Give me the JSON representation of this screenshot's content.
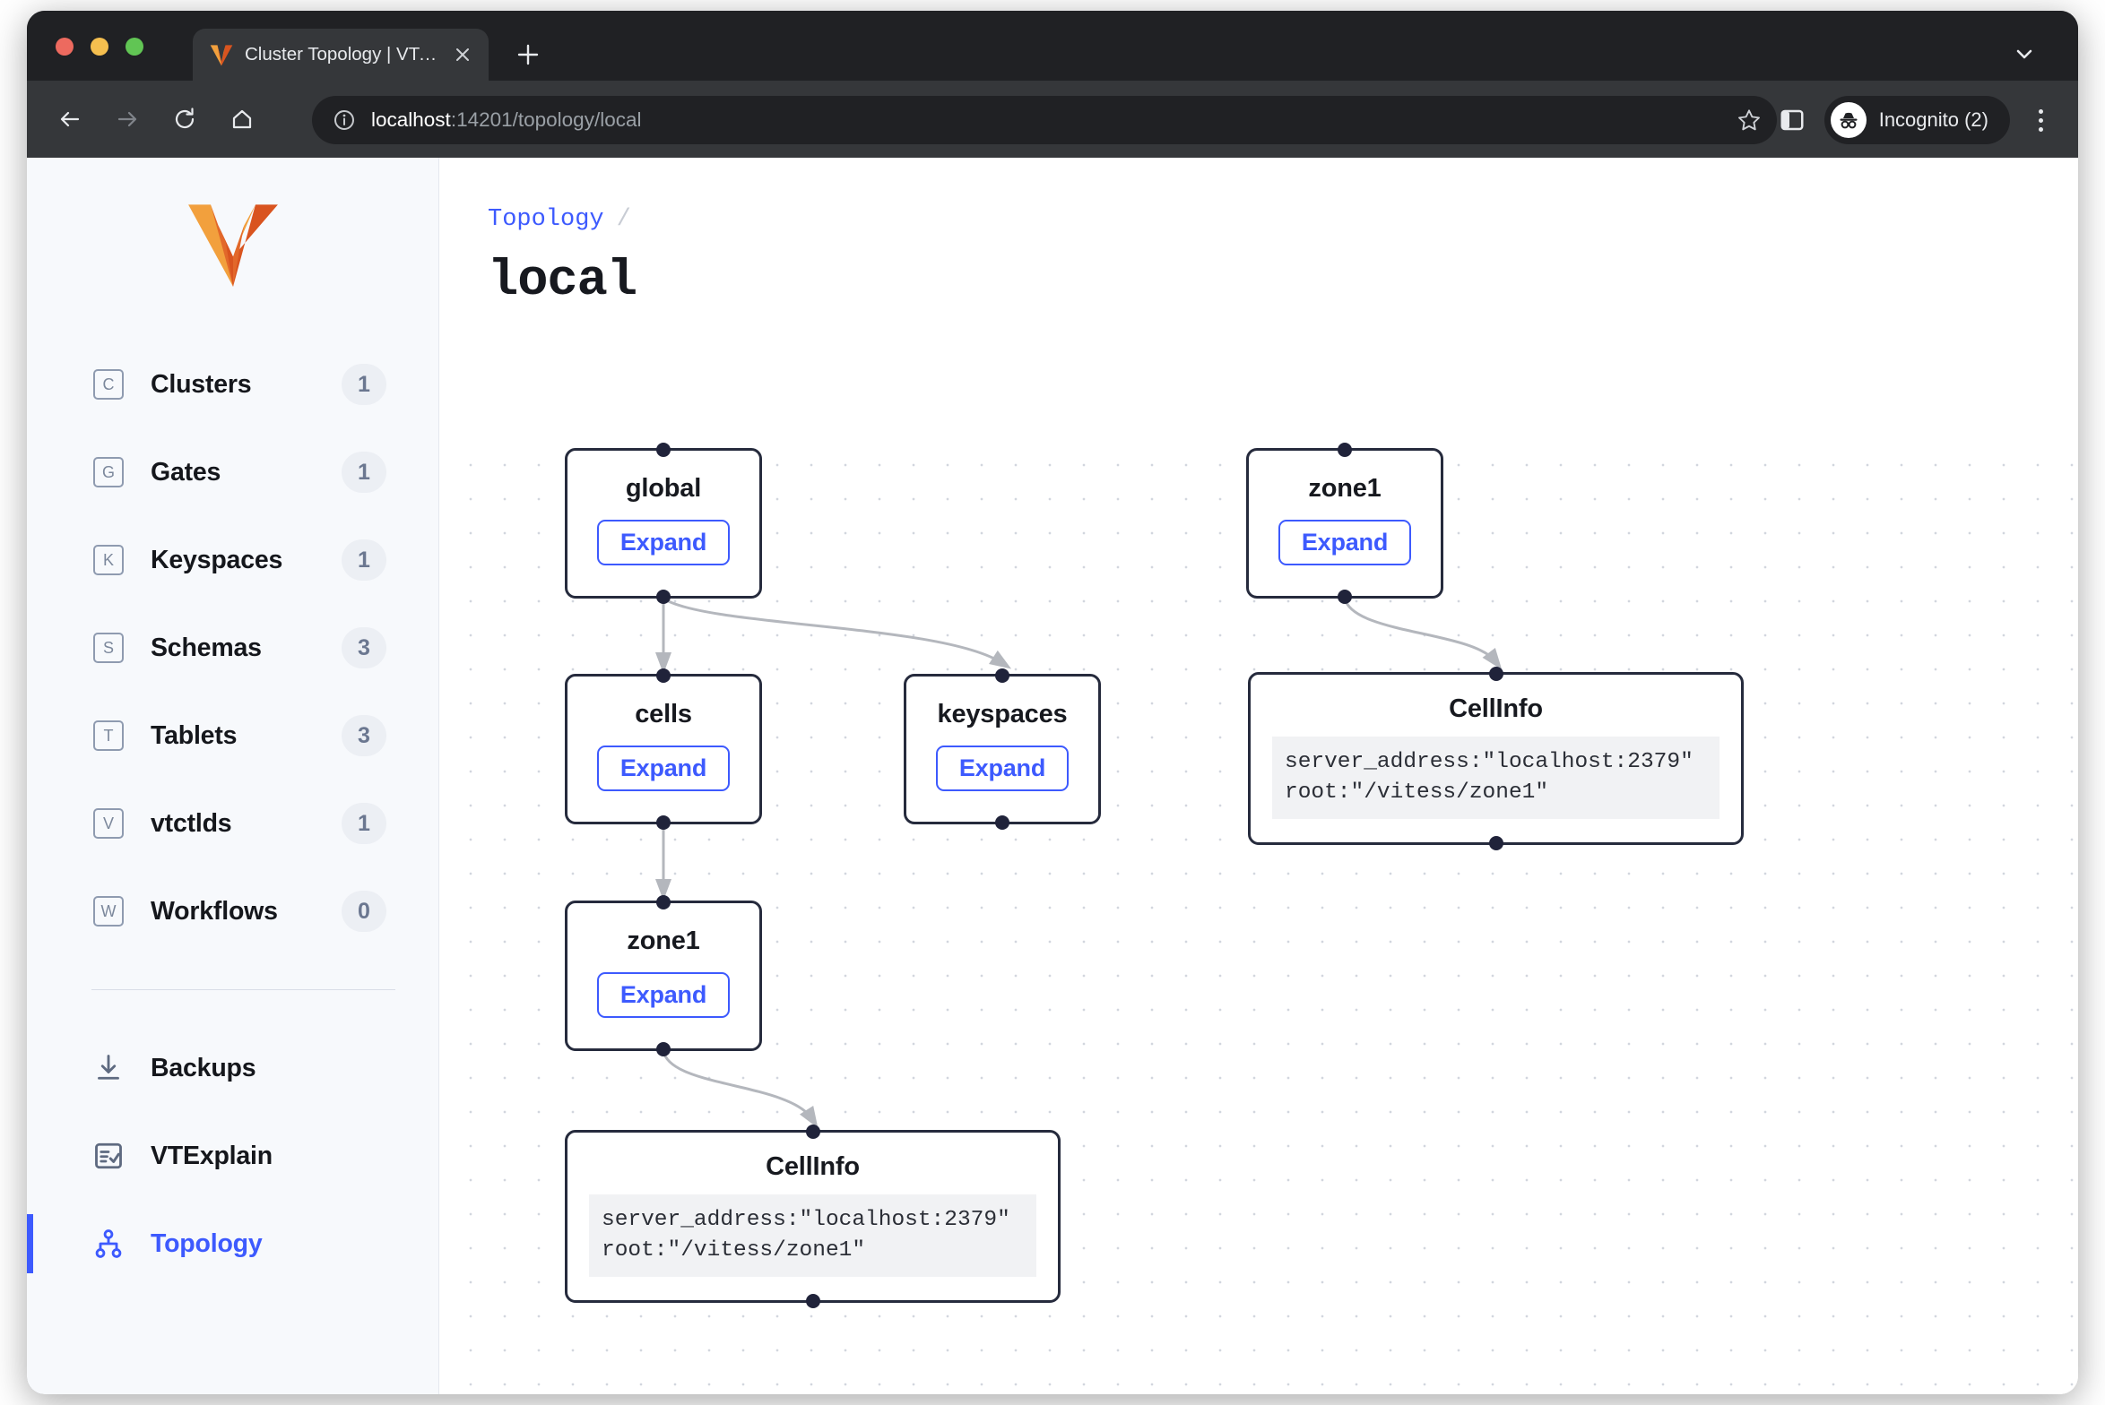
{
  "browser": {
    "tab": {
      "title": "Cluster Topology | VTAdmin",
      "favicon": "vitess-logo-icon",
      "close": "close-icon"
    },
    "new_tab": "new-tab-icon",
    "tab_list": "chevron-down-icon",
    "nav": {
      "back": "back-arrow-icon",
      "forward": "forward-arrow-icon",
      "reload": "reload-icon",
      "home": "home-icon"
    },
    "omnibox": {
      "info": "info-circle-icon",
      "host": "localhost",
      "path": ":14201/topology/local",
      "star": "star-icon"
    },
    "side_panel": "side-panel-icon",
    "profile": {
      "avatar": "incognito-icon",
      "label": "Incognito (2)"
    },
    "menu": "three-dot-menu-icon"
  },
  "sidebar": {
    "logo": "vitess-logo",
    "items": [
      {
        "icon": "letter-c-icon",
        "letter": "C",
        "label": "Clusters",
        "badge": "1"
      },
      {
        "icon": "letter-g-icon",
        "letter": "G",
        "label": "Gates",
        "badge": "1"
      },
      {
        "icon": "letter-k-icon",
        "letter": "K",
        "label": "Keyspaces",
        "badge": "1"
      },
      {
        "icon": "letter-s-icon",
        "letter": "S",
        "label": "Schemas",
        "badge": "3"
      },
      {
        "icon": "letter-t-icon",
        "letter": "T",
        "label": "Tablets",
        "badge": "3"
      },
      {
        "icon": "letter-v-icon",
        "letter": "V",
        "label": "vtctlds",
        "badge": "1"
      },
      {
        "icon": "letter-w-icon",
        "letter": "W",
        "label": "Workflows",
        "badge": "0"
      }
    ],
    "secondary": [
      {
        "icon": "download-icon",
        "label": "Backups",
        "active": false
      },
      {
        "icon": "checklist-icon",
        "label": "VTExplain",
        "active": false
      },
      {
        "icon": "hierarchy-icon",
        "label": "Topology",
        "active": true
      }
    ]
  },
  "main": {
    "breadcrumb": {
      "link": "Topology",
      "separator": "/"
    },
    "title": "local"
  },
  "graph": {
    "expand_label": "Expand",
    "nodes": [
      {
        "id": "global",
        "title": "global",
        "type": "expandable"
      },
      {
        "id": "cells",
        "title": "cells",
        "type": "expandable"
      },
      {
        "id": "keyspaces",
        "title": "keyspaces",
        "type": "expandable"
      },
      {
        "id": "zone1_left",
        "title": "zone1",
        "type": "expandable"
      },
      {
        "id": "zone1_right",
        "title": "zone1",
        "type": "expandable"
      },
      {
        "id": "cellinfo_right",
        "title": "CellInfo",
        "type": "detail",
        "code": "server_address:\"localhost:2379\"\nroot:\"/vitess/zone1\""
      },
      {
        "id": "cellinfo_bottom",
        "title": "CellInfo",
        "type": "detail",
        "code": "server_address:\"localhost:2379\"\nroot:\"/vitess/zone1\""
      }
    ],
    "edges": [
      {
        "from": "global",
        "to": "cells"
      },
      {
        "from": "global",
        "to": "keyspaces"
      },
      {
        "from": "cells",
        "to": "zone1_left"
      },
      {
        "from": "zone1_left",
        "to": "cellinfo_bottom"
      },
      {
        "from": "zone1_right",
        "to": "cellinfo_right"
      }
    ]
  },
  "colors": {
    "accent": "#3d5afe",
    "node_border": "#262b3d",
    "edge": "#b4b7bd",
    "sidebar_bg": "#f7f9fc",
    "badge_bg": "#eceff4"
  }
}
